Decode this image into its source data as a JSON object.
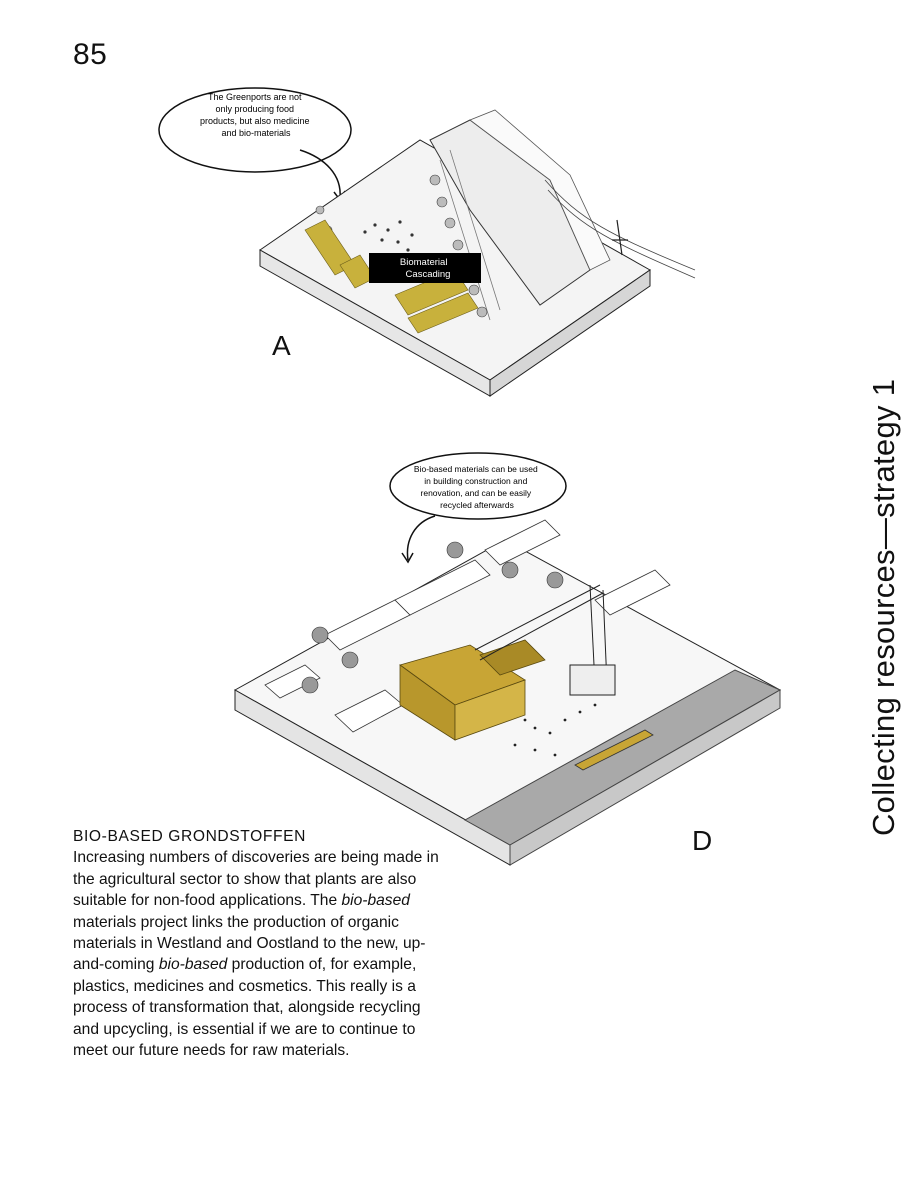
{
  "page": {
    "number": "85",
    "section_title": "Collecting resources—strategy 1"
  },
  "figure_a": {
    "letter": "A",
    "callout_lines": [
      "The Greenports are not",
      "only producing food",
      "products, but also medicine",
      "and bio-materials"
    ],
    "label_lines": [
      "Biomaterial",
      "Cascading"
    ],
    "colors": {
      "accent": "#c8b13c",
      "dark_label": "#000000"
    }
  },
  "figure_d": {
    "letter": "D",
    "callout_lines": [
      "Bio-based materials can be used",
      "in building construction and",
      "renovation, and can be easily",
      "recycled afterwards"
    ],
    "colors": {
      "accent": "#c8a535",
      "water": "#a9a9a9"
    }
  },
  "article": {
    "heading": "BIO-BASED GRONDSTOFFEN",
    "segments": [
      {
        "text": "Increasing numbers of discoveries are being made in the agricultural sector to show that plants are also suitable for non-food applications. The ",
        "italic": false
      },
      {
        "text": "bio-based",
        "italic": true
      },
      {
        "text": " materials project links the production of organic materials in Westland and Oostland to the new, up-and-coming ",
        "italic": false
      },
      {
        "text": "bio-based",
        "italic": true
      },
      {
        "text": " production of, for example, plastics, medicines and cosmetics. This really is a process of transformation that, alongside recycling and upcycling, is essential if we are to continue to meet our future needs for raw materials.",
        "italic": false
      }
    ]
  }
}
